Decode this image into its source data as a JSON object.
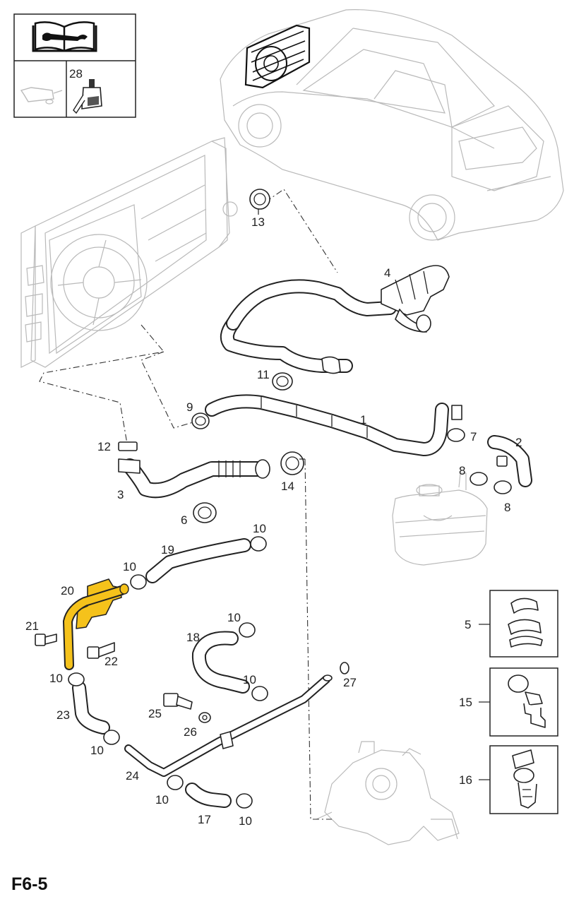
{
  "diagram_code": "F6-5",
  "header_box": {
    "icon": "repair-manual-wrench-icon",
    "items": [
      {
        "number": "",
        "icon": "oil-can-icon"
      },
      {
        "number": "28",
        "icon": "sealant-bottle-icon"
      }
    ]
  },
  "part_callouts": [
    "1",
    "2",
    "3",
    "4",
    "5",
    "6",
    "7",
    "8",
    "8",
    "9",
    "10",
    "10",
    "10",
    "10",
    "10",
    "10",
    "10",
    "10",
    "11",
    "12",
    "13",
    "14",
    "15",
    "16",
    "17",
    "18",
    "19",
    "20",
    "21",
    "22",
    "23",
    "24",
    "25",
    "26",
    "27"
  ],
  "detail_boxes": [
    {
      "number": "5",
      "icon": "double-clip-icon"
    },
    {
      "number": "15",
      "icon": "spring-clip-bracket-icon"
    },
    {
      "number": "16",
      "icon": "hose-clip-bracket-icon"
    }
  ],
  "highlight_part": {
    "number": "20",
    "color": "#f5c21b"
  },
  "colors": {
    "line": "#222222",
    "ghost": "#b9b9b9",
    "highlight": "#f5c21b"
  }
}
